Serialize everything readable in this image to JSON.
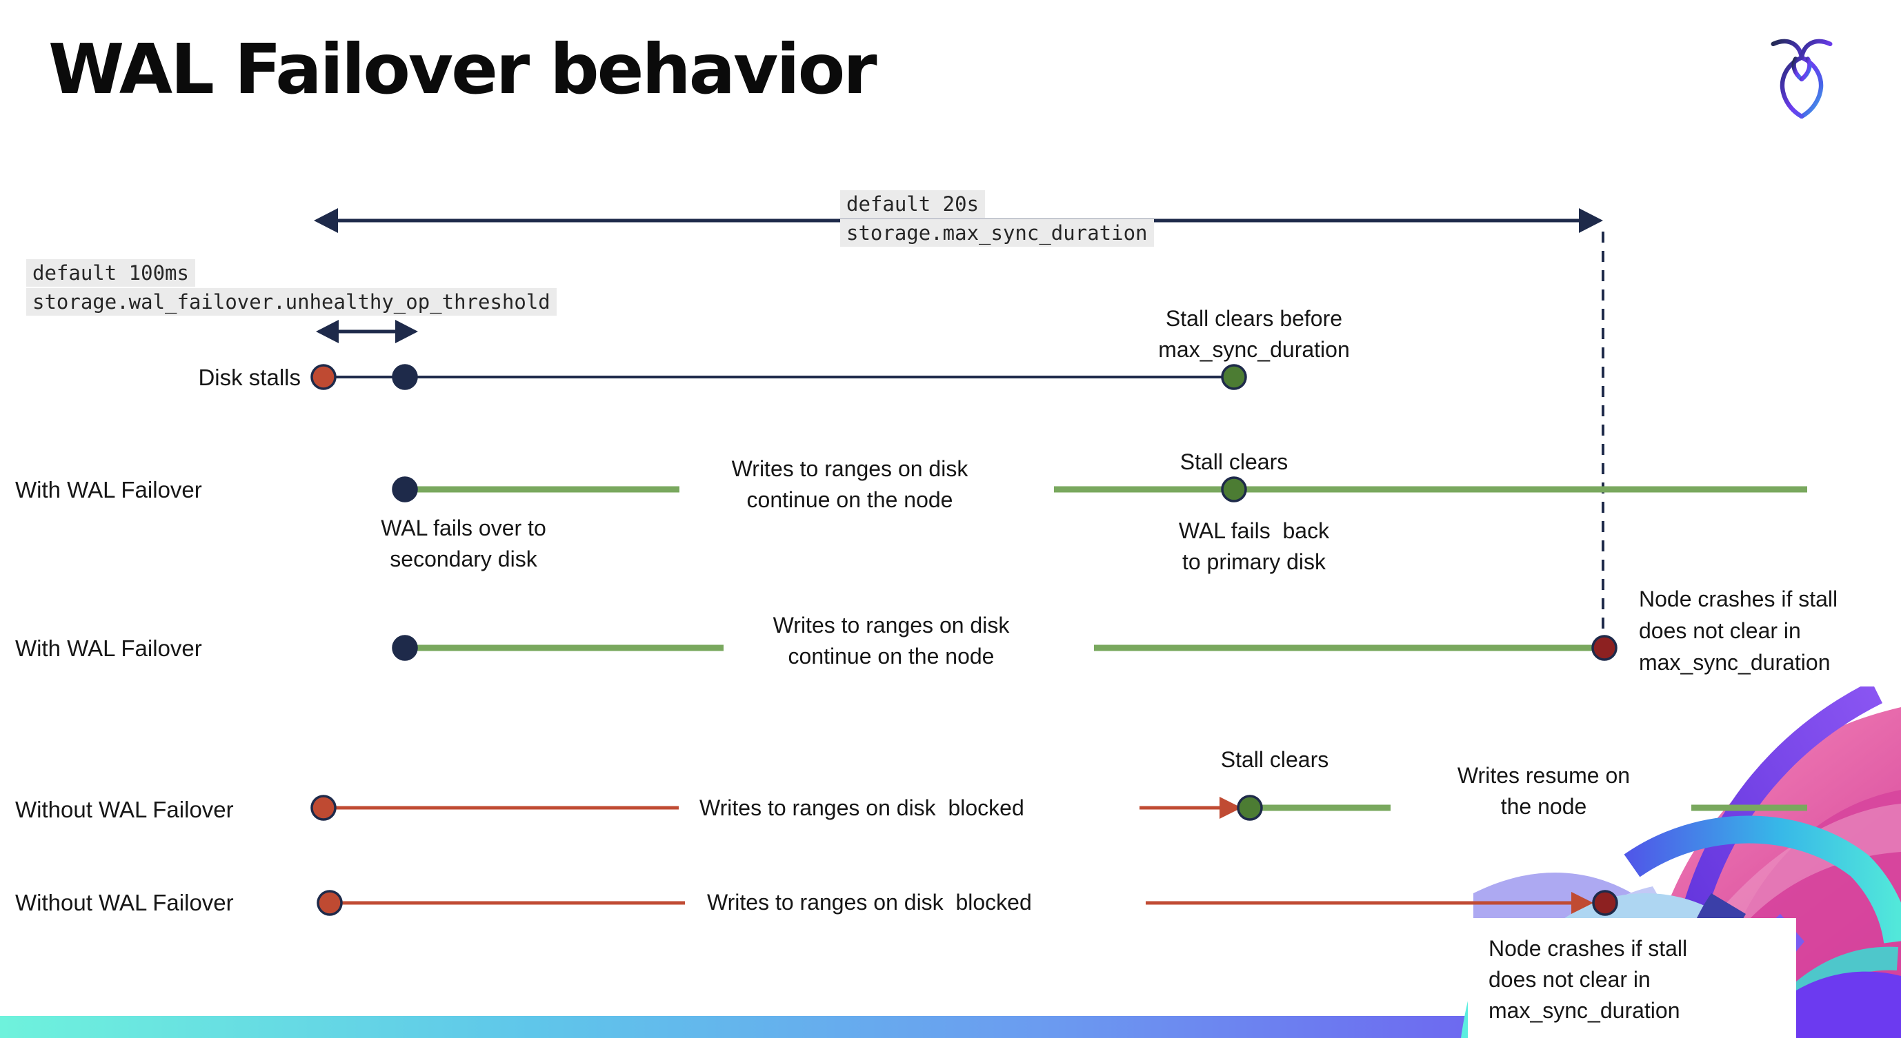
{
  "header": {
    "title": "WAL Failover behavior",
    "logo": "cockroachdb-logo"
  },
  "settings": {
    "max_sync_duration": {
      "default_label": "default 20s",
      "setting_name": "storage.max_sync_duration"
    },
    "unhealthy_op_threshold": {
      "default_label": "default 100ms",
      "setting_name": "storage.wal_failover.unhealthy_op_threshold"
    }
  },
  "rows": {
    "disk_stalls": "Disk stalls",
    "with_wal_1": "With WAL Failover",
    "with_wal_2": "With WAL Failover",
    "without_wal_1": "Without WAL Failover",
    "without_wal_2": "Without WAL Failover"
  },
  "labels": {
    "stall_clears_before": "Stall clears before\nmax_sync_duration",
    "stall_clears_mid": "Stall clears",
    "stall_clears_without": "Stall clears",
    "wal_fails_over": "WAL fails over to\nsecondary disk",
    "wal_fails_back": "WAL fails  back\nto primary disk",
    "writes_continue_1": "Writes to ranges on disk\ncontinue on the node",
    "writes_continue_2": "Writes to ranges on disk\ncontinue on the node",
    "writes_blocked_1": "Writes to ranges on disk  blocked",
    "writes_blocked_2": "Writes to ranges on disk  blocked",
    "writes_resume": "Writes resume on\nthe node",
    "node_crashes_mid": "Node crashes if stall\ndoes not clear in\nmax_sync_duration",
    "node_crashes_bottom": "Node crashes if stall\ndoes not clear in\nmax_sync_duration"
  },
  "colors": {
    "navy": "#1e2a4a",
    "green_line": "#79a85e",
    "green_dot": "#4c7c33",
    "red": "#bf4a32",
    "dark_red": "#8d2121",
    "code_background": "#ebebeb",
    "footer_gradient": [
      "#6ef2dc",
      "#5fc6ea",
      "#6b9bf0",
      "#6d6cf0",
      "#6c33f3"
    ]
  }
}
